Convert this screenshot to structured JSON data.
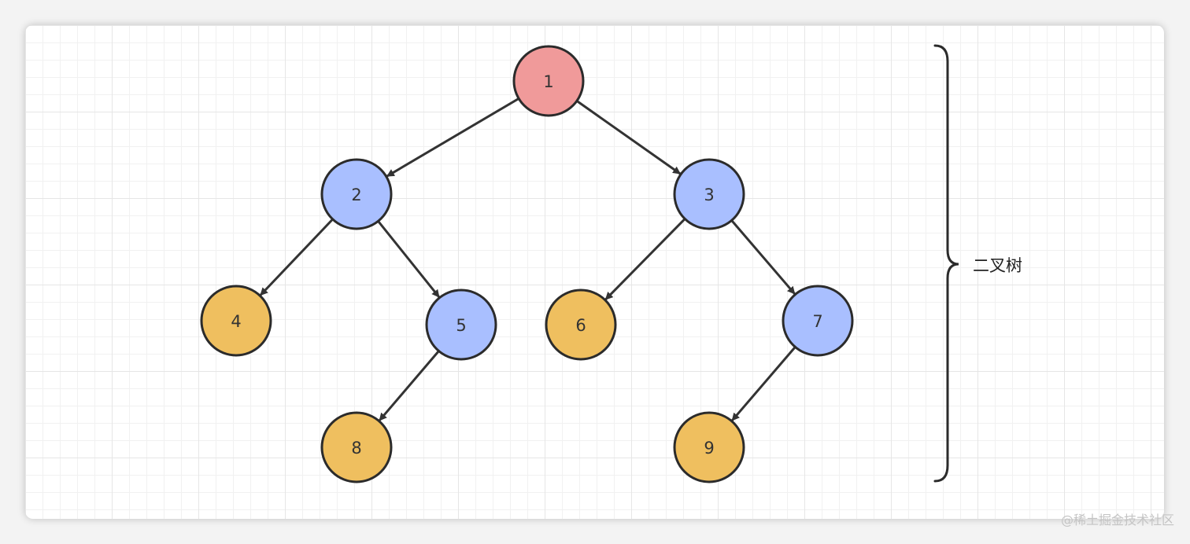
{
  "nodes": [
    {
      "id": "1",
      "label": "1",
      "level": "root",
      "color": "#f09a9a"
    },
    {
      "id": "2",
      "label": "2",
      "level": "internal",
      "color": "#a9bfff"
    },
    {
      "id": "3",
      "label": "3",
      "level": "internal",
      "color": "#a9bfff"
    },
    {
      "id": "4",
      "label": "4",
      "level": "leaf",
      "color": "#efbf5f"
    },
    {
      "id": "5",
      "label": "5",
      "level": "internal",
      "color": "#a9bfff"
    },
    {
      "id": "6",
      "label": "6",
      "level": "leaf",
      "color": "#efbf5f"
    },
    {
      "id": "7",
      "label": "7",
      "level": "internal",
      "color": "#a9bfff"
    },
    {
      "id": "8",
      "label": "8",
      "level": "leaf",
      "color": "#efbf5f"
    },
    {
      "id": "9",
      "label": "9",
      "level": "leaf",
      "color": "#efbf5f"
    }
  ],
  "edges": [
    {
      "from": "1",
      "to": "2"
    },
    {
      "from": "1",
      "to": "3"
    },
    {
      "from": "2",
      "to": "4"
    },
    {
      "from": "2",
      "to": "5"
    },
    {
      "from": "3",
      "to": "6"
    },
    {
      "from": "3",
      "to": "7"
    },
    {
      "from": "5",
      "to": "8"
    },
    {
      "from": "7",
      "to": "9"
    }
  ],
  "brace_label": "二叉树",
  "watermark": "@稀土掘金技术社区",
  "colors": {
    "stroke": "#2b2b2b",
    "edge": "#333333"
  }
}
